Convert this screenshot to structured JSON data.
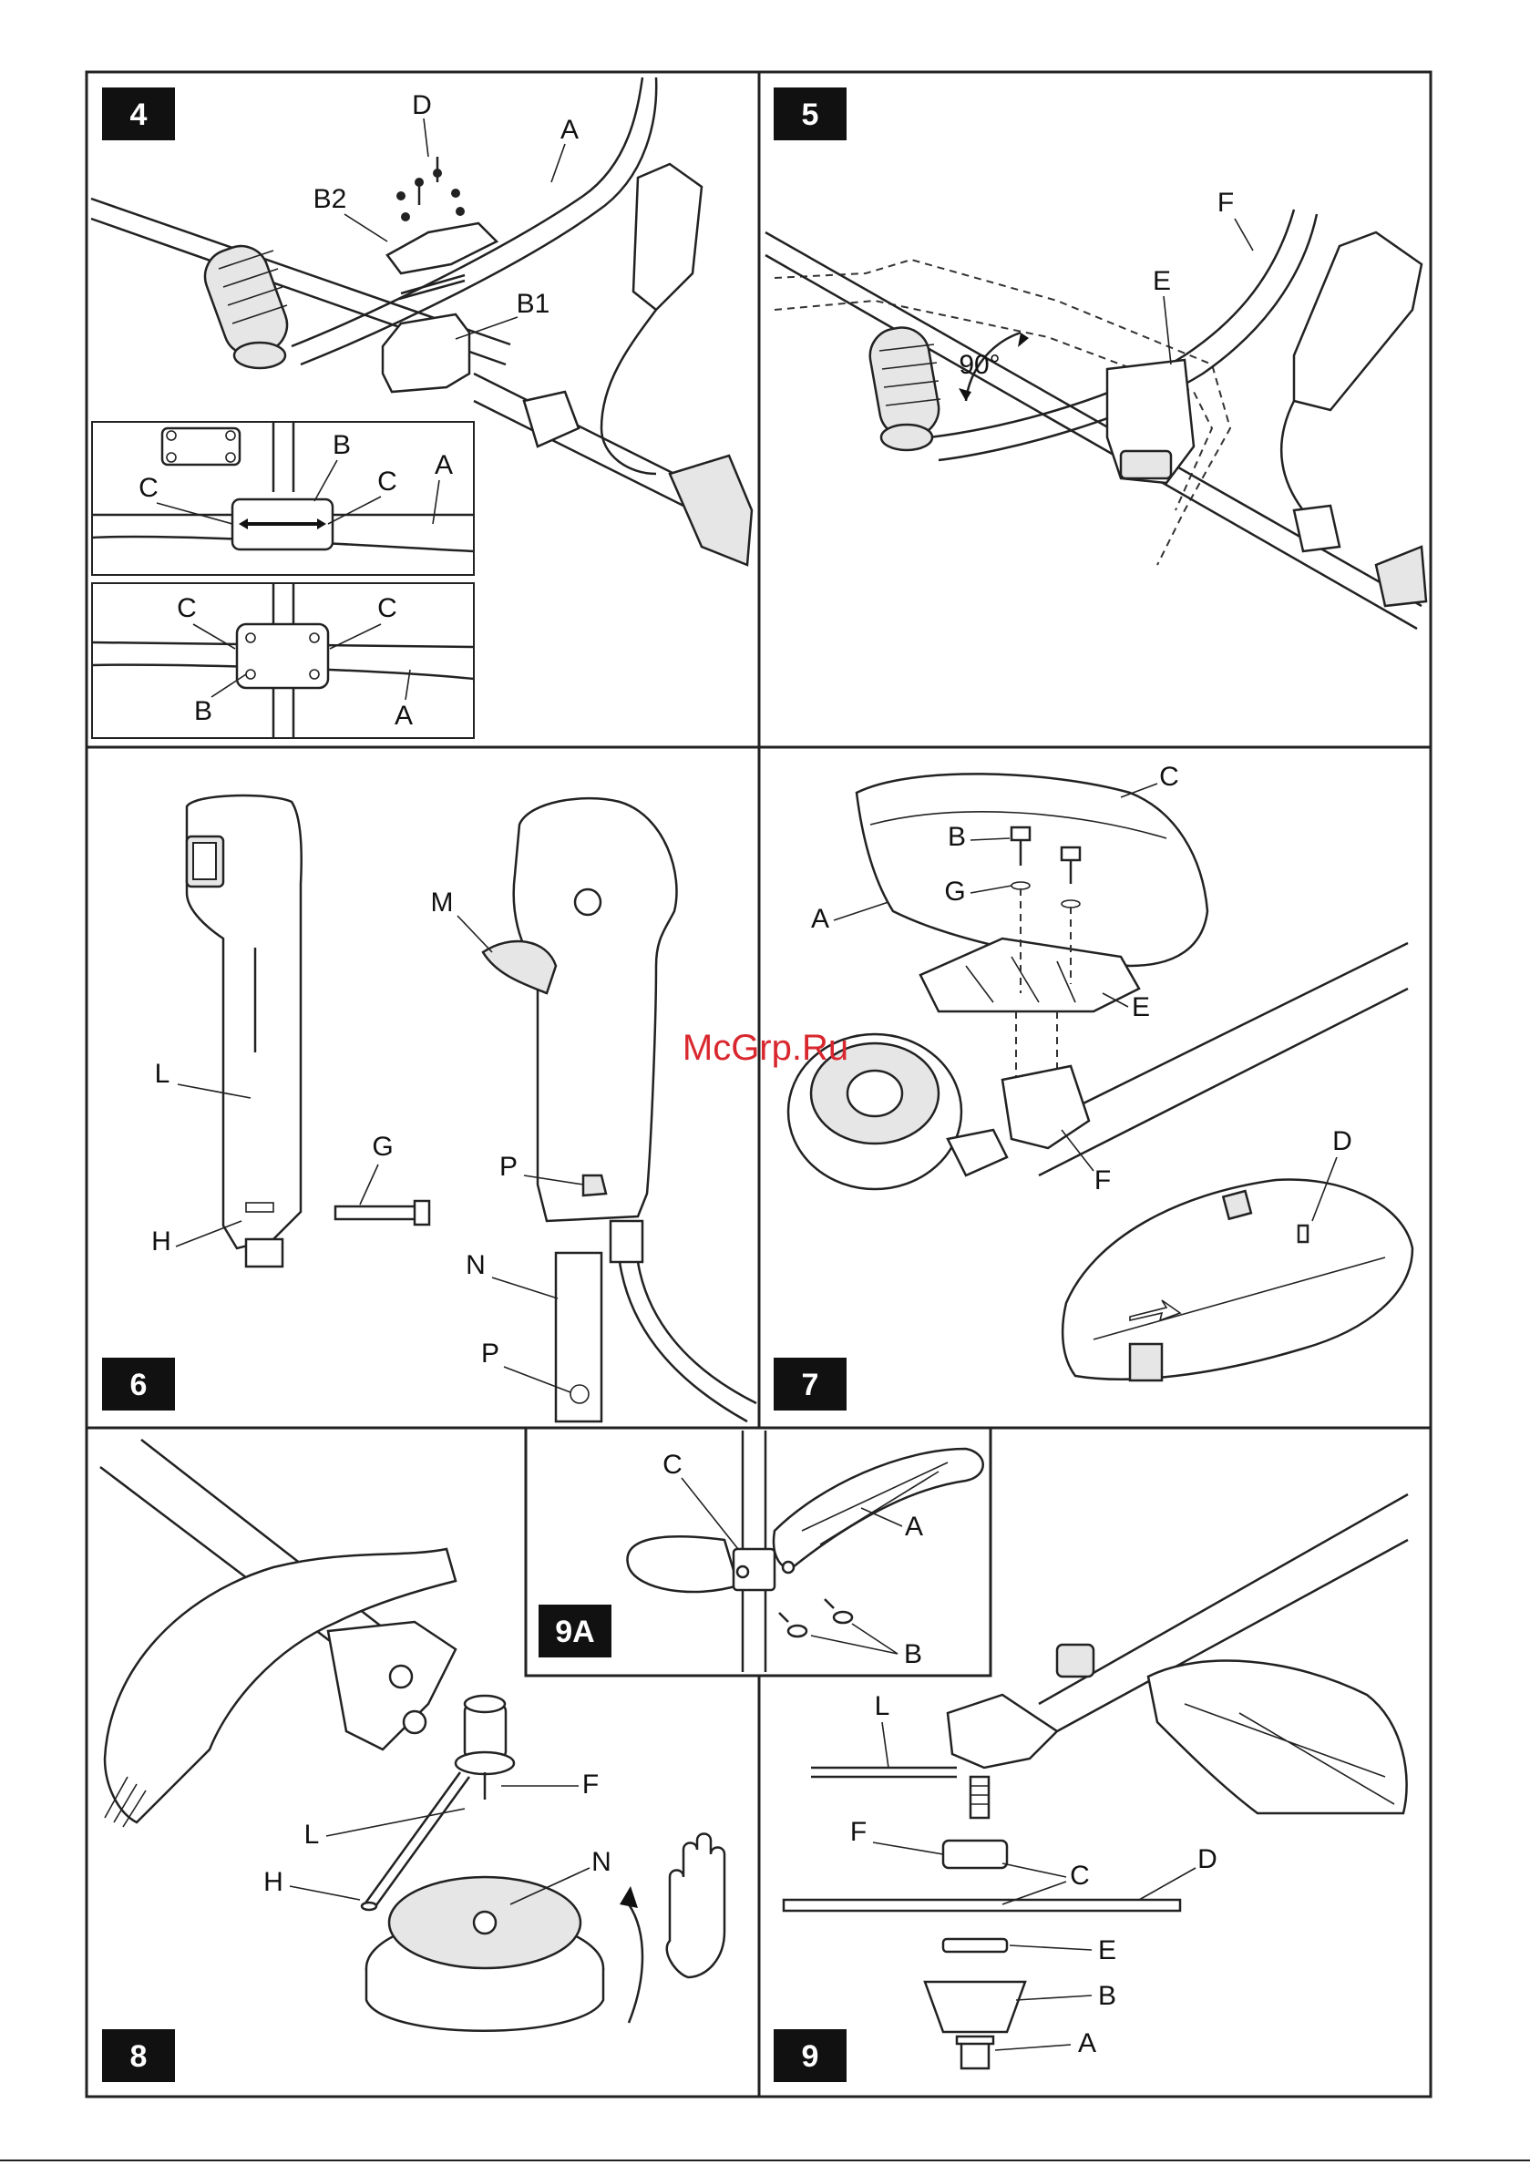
{
  "watermark": "McGrp.Ru",
  "panels": {
    "p4": {
      "number": "4",
      "labels": {
        "D": "D",
        "A": "A",
        "B2": "B2",
        "B1": "B1"
      },
      "inset1": {
        "B": "B",
        "C_left": "C",
        "C_right": "C",
        "A": "A"
      },
      "inset2": {
        "C_left": "C",
        "C_right": "C",
        "B": "B",
        "A": "A"
      }
    },
    "p5": {
      "number": "5",
      "labels": {
        "F": "F",
        "E": "E",
        "angle": "90°"
      }
    },
    "p6": {
      "number": "6",
      "labels": {
        "L": "L",
        "G": "G",
        "H": "H",
        "M": "M",
        "P_top": "P",
        "N": "N",
        "P_bottom": "P"
      }
    },
    "p7": {
      "number": "7",
      "labels": {
        "C": "C",
        "B": "B",
        "A": "A",
        "G": "G",
        "E": "E",
        "F": "F",
        "D": "D"
      }
    },
    "p8": {
      "number": "8",
      "labels": {
        "F": "F",
        "L": "L",
        "H": "H",
        "N": "N"
      }
    },
    "p9A": {
      "number": "9A",
      "labels": {
        "C": "C",
        "A": "A",
        "B": "B"
      }
    },
    "p9": {
      "number": "9",
      "labels": {
        "L": "L",
        "F": "F",
        "C": "C",
        "D": "D",
        "E": "E",
        "B": "B",
        "A": "A"
      }
    }
  }
}
